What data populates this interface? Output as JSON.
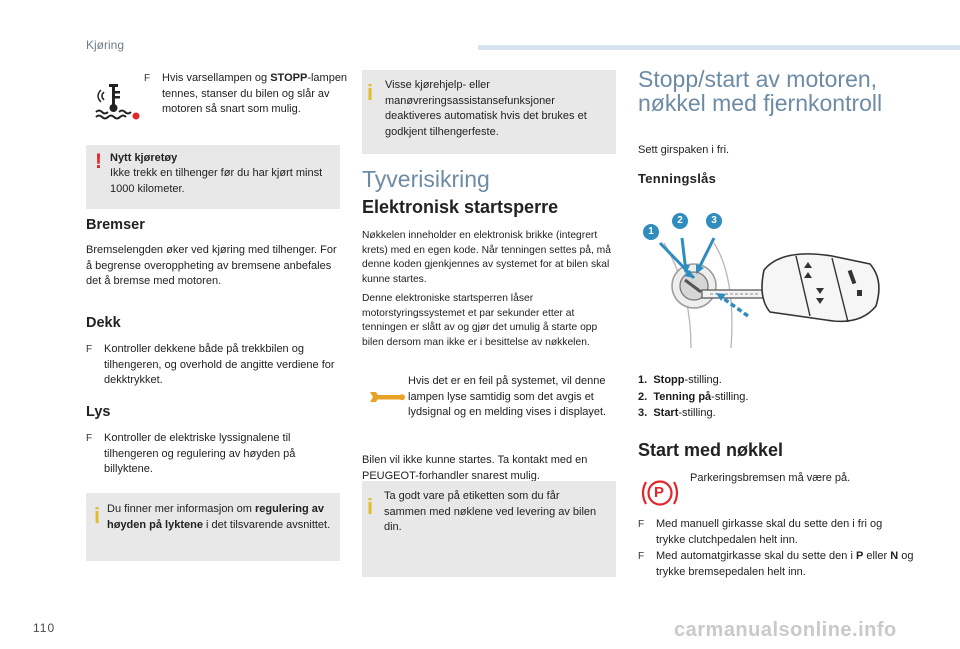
{
  "header": {
    "section": "Kjøring"
  },
  "footer": {
    "page_number": "110",
    "watermark": "carmanualsonline.info"
  },
  "col1": {
    "warning_lamp_text_a": "Hvis varsellampen og ",
    "warning_lamp_text_bold": "STOPP",
    "warning_lamp_text_b": "-lampen tennes, stanser du bilen og slår av motoren så snart som mulig.",
    "new_car_title": "Nytt kjøretøy",
    "new_car_text": "Ikke trekk en tilhenger før du har kjørt minst 1000 kilometer.",
    "brakes_title": "Bremser",
    "brakes_text": "Bremselengden øker ved kjøring med tilhenger. For å begrense overoppheting av bremsene anbefales det å bremse med motoren.",
    "tyres_title": "Dekk",
    "tyres_text": "Kontroller dekkene både på trekkbilen og tilhengeren, og overhold de angitte verdiene for dekktrykket.",
    "lights_title": "Lys",
    "lights_text": "Kontroller de elektriske lyssignalene til tilhengeren og regulering av høyden på billyktene.",
    "info_a": "Du finner mer informasjon om ",
    "info_bold": "regulering av høyden på lyktene",
    "info_b": " i det tilsvarende avsnittet."
  },
  "col2": {
    "assist_info": "Visse kjørehjelp- eller manøvreringsassistansefunksjoner deaktiveres automatisk hvis det brukes et godkjent tilhengerfeste.",
    "theft_title": "Tyverisikring",
    "immobiliser_title": "Elektronisk startsperre",
    "immobiliser_text1": "Nøkkelen inneholder en elektronisk brikke (integrert krets) med en egen kode. Når tenningen settes på, må denne koden gjenkjennes av systemet for at bilen skal kunne startes.",
    "immobiliser_text2": "Denne elektroniske startsperren låser motorstyringssystemet et par sekunder etter at tenningen er slått av og gjør det umulig å starte opp bilen dersom man ikke er i besittelse av nøkkelen.",
    "fault_text": "Hvis det er en feil på systemet, vil denne lampen lyse samtidig som det avgis et lydsignal og en melding vises i displayet.",
    "cannot_start": "Bilen vil ikke kunne startes. Ta kontakt med en PEUGEOT-forhandler snarest mulig.",
    "label_info": "Ta godt vare på etiketten som du får sammen med nøklene ved levering av bilen din."
  },
  "col3": {
    "title_line1": "Stopp/start av motoren,",
    "title_line2": "nøkkel med fjernkontroll",
    "neutral": "Sett girspaken i fri.",
    "ignition_title": "Tenningslås",
    "callouts": [
      "1",
      "2",
      "3"
    ],
    "positions": [
      {
        "num": "1.",
        "bold": "Stopp",
        "rest": "-stilling."
      },
      {
        "num": "2.",
        "bold": "Tenning på",
        "rest": "-stilling."
      },
      {
        "num": "3.",
        "bold": "Start",
        "rest": "-stilling."
      }
    ],
    "start_title": "Start med nøkkel",
    "parking_text": "Parkeringsbremsen må være på.",
    "manual_text": "Med manuell girkasse skal du sette den i fri og trykke clutchpedalen helt inn.",
    "auto_a": "Med automatgirkasse skal du sette den i ",
    "auto_p": "P",
    "auto_mid": " eller ",
    "auto_n": "N",
    "auto_b": " og trykke bremsepedalen helt inn."
  },
  "icons": {
    "warning_mark": "!",
    "info_mark": "i",
    "bullet": "F",
    "parking_letter": "P"
  },
  "colors": {
    "title_blue": "#6d8ba5",
    "accent_red": "#e2262b",
    "info_yellow": "#e2bd2a",
    "callout_blue": "#2f8dbd",
    "box_grey": "#e8e8e8"
  }
}
